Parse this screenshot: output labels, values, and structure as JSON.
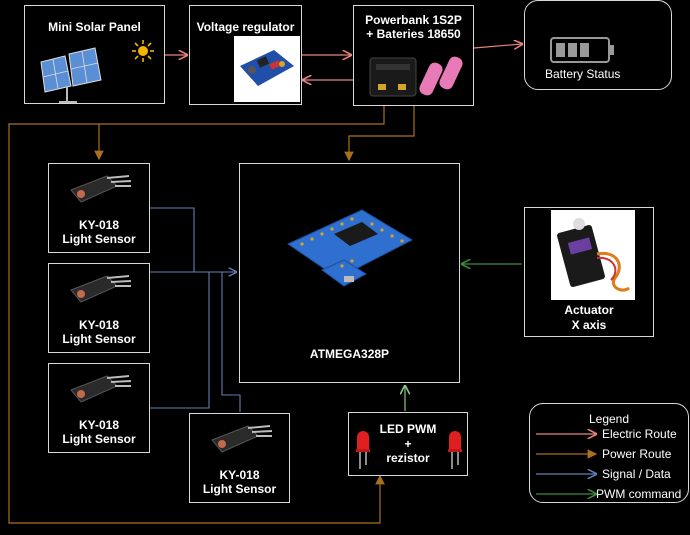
{
  "nodes": {
    "solar": "Mini Solar Panel",
    "regulator": "Voltage regulator",
    "powerbank_line1": "Powerbank 1S2P",
    "powerbank_line2": "+ Bateries 18650",
    "battery": "Battery Status",
    "sensor1_line1": "KY-018",
    "sensor1_line2": "Light Sensor",
    "sensor2_line1": "KY-018",
    "sensor2_line2": "Light Sensor",
    "sensor3_line1": "KY-018",
    "sensor3_line2": "Light Sensor",
    "sensor4_line1": "KY-018",
    "sensor4_line2": "Light Sensor",
    "mcu": "ATMEGA328P",
    "led_line1": "LED PWM",
    "led_line2": "+",
    "led_line3": "rezistor",
    "actuator_line1": "Actuator",
    "actuator_line2": "X axis"
  },
  "legend": {
    "title": "Legend",
    "items": [
      {
        "label": "Electric Route",
        "color": "#e8837f"
      },
      {
        "label": "Power Route",
        "color": "#a9701e"
      },
      {
        "label": "Signal / Data",
        "color": "#5f7fb3"
      },
      {
        "label": "PWM command",
        "color": "#3f8a3f"
      }
    ]
  },
  "colors": {
    "electric": "#e8837f",
    "power": "#a9701e",
    "signal": "#5f7fb3",
    "pwm": "#3f8a3f",
    "pwm_led": "#88c888"
  }
}
